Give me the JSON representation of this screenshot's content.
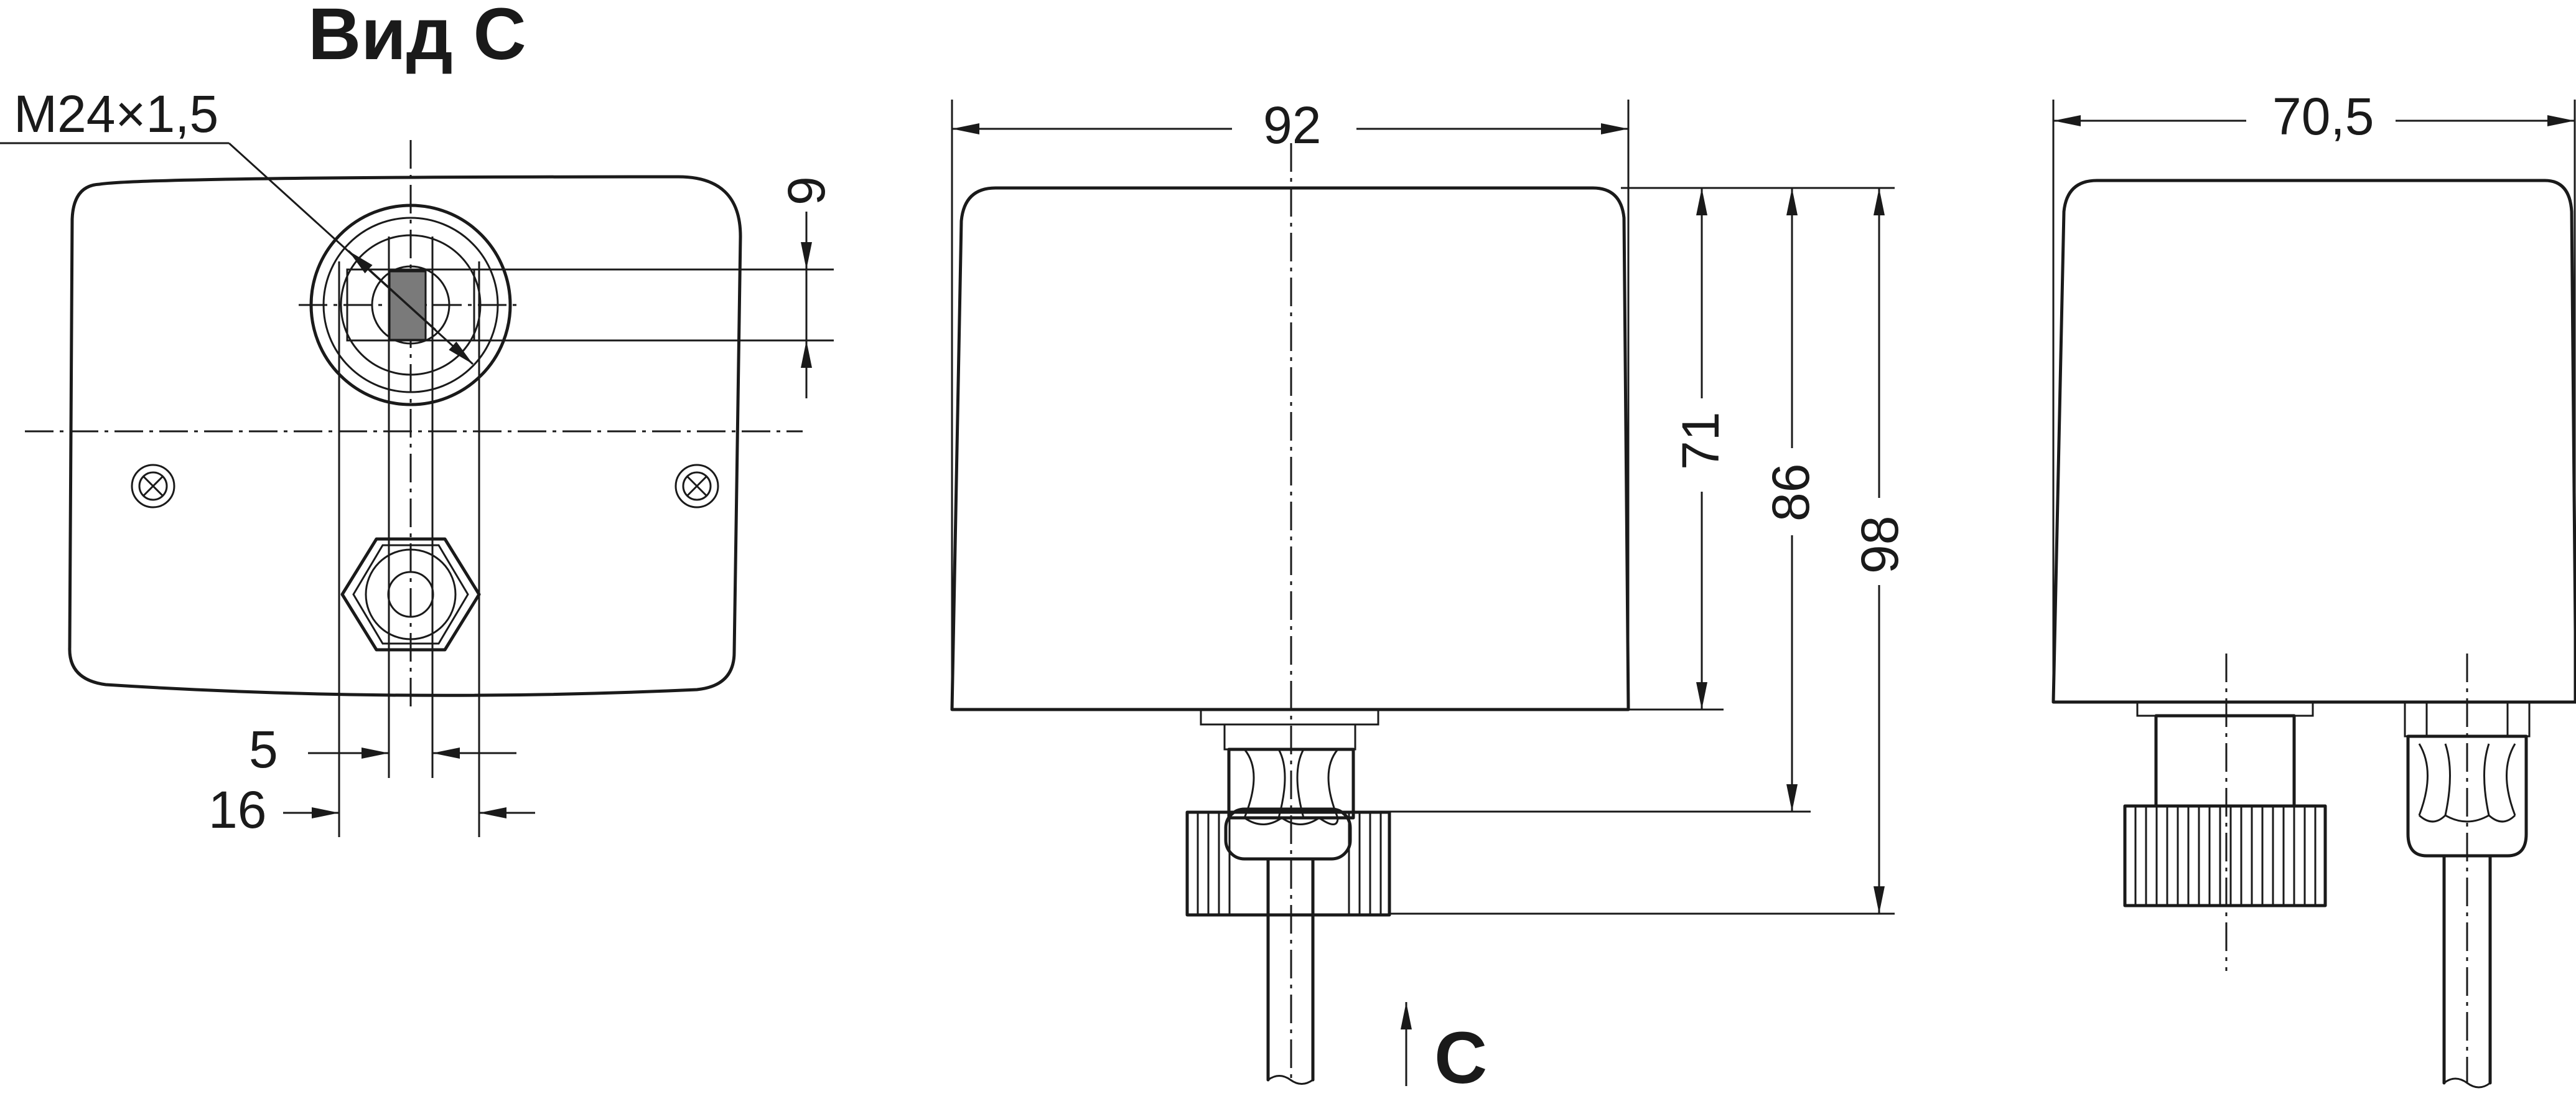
{
  "view_c": {
    "title": "Вид С",
    "thread_label": "М24×1,5",
    "dim_9": "9",
    "dim_5": "5",
    "dim_16": "16"
  },
  "front_view": {
    "dim_width": "92",
    "dim_71": "71",
    "dim_86": "86",
    "dim_98": "98",
    "view_arrow_label": "С"
  },
  "side_view": {
    "dim_width": "70,5"
  },
  "colors": {
    "line": "#1a1a1a",
    "shaft_fill": "#7a7a7a"
  }
}
